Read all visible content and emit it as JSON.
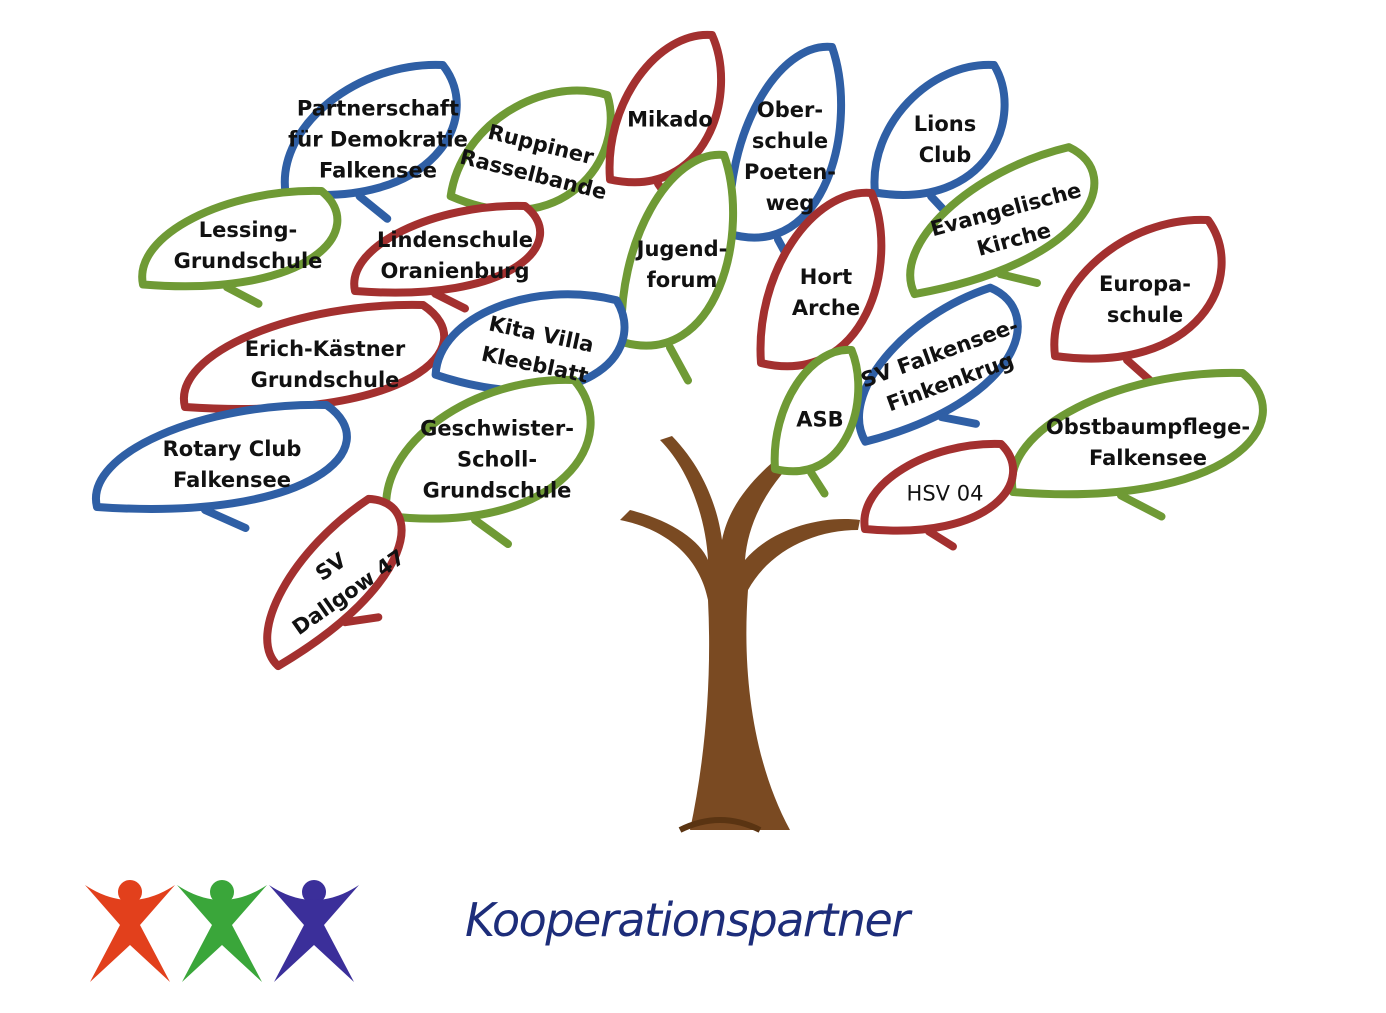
{
  "title": "Kooperationspartner",
  "colors": {
    "blue": "#2f5fa5",
    "green": "#6f9a35",
    "red": "#a3302f",
    "trunk": "#7a4a22",
    "title": "#1d2d7a"
  },
  "leaves": [
    {
      "id": "partnerschaft",
      "lines": [
        "Partnerschaft",
        "für Demokratie",
        "Falkensee"
      ],
      "color": "blue"
    },
    {
      "id": "ruppiner",
      "lines": [
        "Ruppiner",
        "Rasselbande"
      ],
      "color": "green"
    },
    {
      "id": "mikado",
      "lines": [
        "Mikado"
      ],
      "color": "red"
    },
    {
      "id": "oberschule",
      "lines": [
        "Ober-",
        "schule",
        "Poeten-",
        "weg"
      ],
      "color": "blue"
    },
    {
      "id": "lions",
      "lines": [
        "Lions",
        "Club"
      ],
      "color": "blue"
    },
    {
      "id": "lessing",
      "lines": [
        "Lessing-",
        "Grundschule"
      ],
      "color": "green"
    },
    {
      "id": "lindenschule",
      "lines": [
        "Lindenschule",
        "Oranienburg"
      ],
      "color": "red"
    },
    {
      "id": "jugendforum",
      "lines": [
        "Jugend-",
        "forum"
      ],
      "color": "green"
    },
    {
      "id": "hort",
      "lines": [
        "Hort",
        "Arche"
      ],
      "color": "red"
    },
    {
      "id": "evangelische",
      "lines": [
        "Evangelische",
        "Kirche"
      ],
      "color": "green"
    },
    {
      "id": "europa",
      "lines": [
        "Europa-",
        "schule"
      ],
      "color": "red"
    },
    {
      "id": "erich",
      "lines": [
        "Erich-Kästner",
        "Grundschule"
      ],
      "color": "red"
    },
    {
      "id": "kita",
      "lines": [
        "Kita Villa",
        "Kleeblatt"
      ],
      "color": "blue"
    },
    {
      "id": "svfalkensee",
      "lines": [
        "SV Falkensee-",
        "Finkenkrug"
      ],
      "color": "blue"
    },
    {
      "id": "asb",
      "lines": [
        "ASB"
      ],
      "color": "green"
    },
    {
      "id": "obstbaum",
      "lines": [
        "Obstbaumpflege-",
        "Falkensee"
      ],
      "color": "green"
    },
    {
      "id": "rotary",
      "lines": [
        "Rotary Club",
        "Falkensee"
      ],
      "color": "blue"
    },
    {
      "id": "scholl",
      "lines": [
        "Geschwister-",
        "Scholl-",
        "Grundschule"
      ],
      "color": "green"
    },
    {
      "id": "hsv",
      "lines": [
        "HSV 04"
      ],
      "color": "red"
    },
    {
      "id": "dallgow",
      "lines": [
        "SV",
        "Dallgow 47"
      ],
      "color": "red"
    }
  ],
  "logo": {
    "figures": [
      "#e2401c",
      "#3aa63a",
      "#3b2f9a"
    ]
  }
}
